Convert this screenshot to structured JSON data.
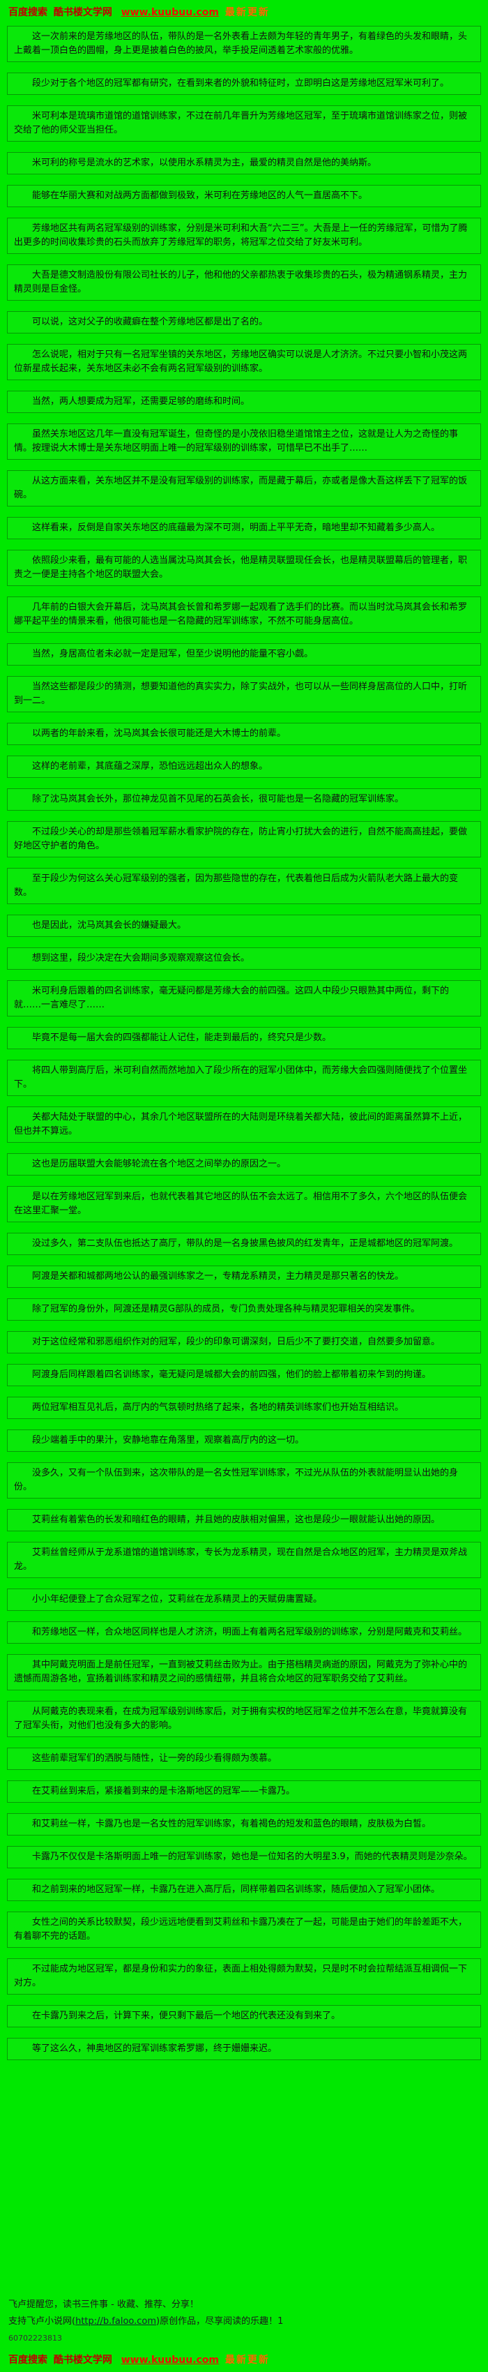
{
  "colors": {
    "background": "#00e800",
    "banner_red": "#c00000",
    "banner_url_red": "#ee1100",
    "banner_suffix_orange": "#ff6600",
    "body_text": "#121212",
    "paragraph_border": "#2e6b2e"
  },
  "header": {
    "prefix": "百度搜索",
    "site_name": "酷书楼文学网",
    "url": "www.kuubuu.com",
    "suffix": "最新更新"
  },
  "content": {
    "paragraphs": [
      "这一次前来的是芳缘地区的队伍，带队的是一名外表看上去颇为年轻的青年男子，有着绿色的头发和眼睛，头上戴着一顶白色的圆帽，身上更是披着白色的披风，举手投足间透着艺术家般的优雅。",
      "段少对于各个地区的冠军都有研究，在看到来者的外貌和特征时，立即明白这是芳缘地区冠军米可利了。",
      "米可利本是琉璃市道馆的道馆训练家，不过在前几年晋升为芳缘地区冠军，至于琉璃市道馆训练家之位，则被交给了他的师父亚当担任。",
      "米可利的称号是流水的艺术家，以使用水系精灵为主，最爱的精灵自然是他的美纳斯。",
      "能够在华丽大赛和对战两方面都做到极致，米可利在芳缘地区的人气一直居高不下。",
      "芳缘地区共有两名冠军级别的训练家，分别是米可利和大吾“六二三”。大吾是上一任的芳缘冠军，可惜为了腾出更多的时间收集珍贵的石头而放弃了芳缘冠军的职务，将冠军之位交给了好友米可利。",
      "大吾是德文制造股份有限公司社长的儿子，他和他的父亲都热衷于收集珍贵的石头，极为精通钢系精灵，主力精灵则是巨金怪。",
      "可以说，这对父子的收藏癖在整个芳缘地区都是出了名的。",
      "怎么说呢，相对于只有一名冠军坐镇的关东地区，芳缘地区确实可以说是人才济济。不过只要小智和小茂这两位新星成长起来，关东地区未必不会有两名冠军级别的训练家。",
      "当然，两人想要成为冠军，还需要足够的磨练和时间。",
      "虽然关东地区这几年一直没有冠军诞生，但奇怪的是小茂依旧稳坐道馆馆主之位，这就是让人为之奇怪的事情。按理说大木博士是关东地区明面上唯一的冠军级别的训练家，可惜早已不出手了……",
      "从这方面来看，关东地区并不是没有冠军级别的训练家，而是藏于幕后，亦或者是像大吾这样丢下了冠军的饭碗。",
      "这样看来，反倒是自家关东地区的底蕴最为深不可测，明面上平平无奇，暗地里却不知藏着多少高人。",
      "依照段少来看，最有可能的人选当属沈马岚其会长，他是精灵联盟现任会长，也是精灵联盟幕后的管理者，职责之一便是主持各个地区的联盟大会。",
      "几年前的白银大会开幕后，沈马岚其会长曾和希罗娜一起观看了选手们的比赛。而以当时沈马岚其会长和希罗娜平起平坐的情景来看，他很可能也是一名隐藏的冠军训练家，不然不可能身居高位。",
      "当然，身居高位者未必就一定是冠军，但至少说明他的能量不容小觑。",
      "当然这些都是段少的猜测，想要知道他的真实实力，除了实战外，也可以从一些同样身居高位的人口中，打听到一二。",
      "以两者的年龄来看，沈马岚其会长很可能还是大木博士的前辈。",
      "这样的老前辈，其底蕴之深厚，恐怕远远超出众人的想象。",
      "除了沈马岚其会长外，那位神龙见首不见尾的石英会长，很可能也是一名隐藏的冠军训练家。",
      "不过段少关心的却是那些领着冠军薪水看家护院的存在，防止宵小打扰大会的进行，自然不能高高挂起，要做好地区守护者的角色。",
      "至于段少为何这么关心冠军级别的强者，因为那些隐世的存在，代表着他日后成为火箭队老大路上最大的变数。",
      "也是因此，沈马岚其会长的嫌疑最大。",
      "想到这里，段少决定在大会期间多观察观察这位会长。",
      "米可利身后跟着的四名训练家，毫无疑问都是芳缘大会的前四强。这四人中段少只眼熟其中两位，剩下的就……一言难尽了……",
      "毕竟不是每一届大会的四强都能让人记住，能走到最后的，终究只是少数。",
      "将四人带到高厅后，米可利自然而然地加入了段少所在的冠军小团体中，而芳缘大会四强则随便找了个位置坐下。",
      "关都大陆处于联盟的中心，其余几个地区联盟所在的大陆则是环绕着关都大陆，彼此间的距离虽然算不上近，但也并不算远。",
      "这也是历届联盟大会能够轮流在各个地区之间举办的原因之一。",
      "是以在芳缘地区冠军到来后，也就代表着其它地区的队伍不会太远了。相信用不了多久，六个地区的队伍便会在这里汇聚一堂。",
      "没过多久，第二支队伍也抵达了高厅，带队的是一名身披黑色披风的红发青年，正是城都地区的冠军阿渡。",
      "阿渡是关都和城都两地公认的最强训练家之一，专精龙系精灵，主力精灵是那只著名的快龙。",
      "除了冠军的身份外，阿渡还是精灵G部队的成员，专门负责处理各种与精灵犯罪相关的突发事件。",
      "对于这位经常和邪恶组织作对的冠军，段少的印象可谓深刻，日后少不了要打交道，自然要多加留意。",
      "阿渡身后同样跟着四名训练家，毫无疑问是城都大会的前四强，他们的脸上都带着初来乍到的拘谨。",
      "两位冠军相互见礼后，高厅内的气氛顿时热络了起来，各地的精英训练家们也开始互相结识。",
      "段少端着手中的果汁，安静地靠在角落里，观察着高厅内的这一切。",
      "没多久，又有一个队伍到来，这次带队的是一名女性冠军训练家，不过光从队伍的外表就能明显认出她的身份。",
      "艾莉丝有着紫色的长发和暗红色的眼睛，并且她的皮肤相对偏黑，这也是段少一眼就能认出她的原因。",
      "艾莉丝曾经师从于龙系道馆的道馆训练家，专长为龙系精灵，现在自然是合众地区的冠军，主力精灵是双斧战龙。",
      "小小年纪便登上了合众冠军之位，艾莉丝在龙系精灵上的天赋毋庸置疑。",
      "和芳缘地区一样，合众地区同样也是人才济济，明面上有着两名冠军级别的训练家，分别是阿戴克和艾莉丝。",
      "其中阿戴克明面上是前任冠军，一直到被艾莉丝击败为止。由于搭档精灵病逝的原因，阿戴克为了弥补心中的遗憾而周游各地，宣扬着训练家和精灵之间的感情纽带，并且将合众地区的冠军职务交给了艾莉丝。",
      "从阿戴克的表现来看，在成为冠军级别训练家后，对于拥有实权的地区冠军之位并不怎么在意，毕竟就算没有了冠军头衔，对他们也没有多大的影响。",
      "这些前辈冠军们的洒脱与随性，让一旁的段少看得颇为羡慕。",
      "在艾莉丝到来后，紧接着到来的是卡洛斯地区的冠军——卡露乃。",
      "和艾莉丝一样，卡露乃也是一名女性的冠军训练家，有着褐色的短发和蓝色的眼睛，皮肤极为白皙。",
      "卡露乃不仅仅是卡洛斯明面上唯一的冠军训练家，她也是一位知名的大明星3.9，而她的代表精灵则是沙奈朵。",
      "和之前到来的地区冠军一样，卡露乃在进入高厅后，同样带着四名训练家，随后便加入了冠军小团体。",
      "女性之间的关系比较默契，段少远远地便看到艾莉丝和卡露乃凑在了一起，可能是由于她们的年龄差距不大，有着聊不完的话题。",
      "不过能成为地区冠军，都是身份和实力的象征，表面上相处得颇为默契，只是时不时会拉帮结派互相调侃一下对方。",
      "在卡露乃到来之后，计算下来，便只剩下最后一个地区的代表还没有到来了。",
      "等了这么久，神奥地区的冠军训练家希罗娜，终于姗姗来迟。"
    ]
  },
  "footer_note": {
    "reminder": "飞卢提醒您，读书三件事 - 收藏、推荐、分享！",
    "support_prefix": "支持飞卢小说网(",
    "support_url": "http://b.faloo.com",
    "support_suffix": ")原创作品，尽享阅读的乐趣！1",
    "code": "60702223813"
  }
}
